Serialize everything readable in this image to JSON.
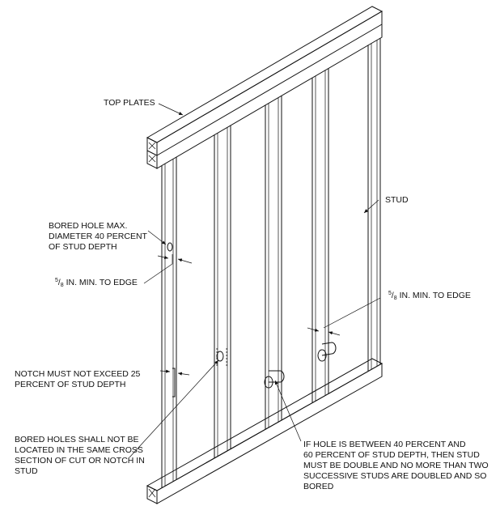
{
  "labels": {
    "top_plates": "TOP PLATES",
    "stud": "STUD",
    "bored_hole": [
      "BORED HOLE MAX.",
      "DIAMETER 40 PERCENT",
      "OF STUD DEPTH"
    ],
    "edge_left": {
      "num": "5",
      "den": "8",
      "text": "IN. MIN. TO EDGE"
    },
    "edge_right": {
      "num": "5",
      "den": "8",
      "text": "IN. MIN. TO EDGE"
    },
    "notch": [
      "NOTCH MUST NOT EXCEED 25",
      "PERCENT OF STUD DEPTH"
    ],
    "bored_holes_location": [
      "BORED HOLES SHALL NOT BE",
      "LOCATED IN THE SAME CROSS",
      "SECTION OF CUT OR NOTCH IN",
      "STUD"
    ],
    "double_stud": [
      "IF HOLE IS BETWEEN 40 PERCENT AND",
      "60 PERCENT OF STUD DEPTH, THEN STUD",
      "MUST BE DOUBLE AND NO MORE THAN TWO",
      "SUCCESSIVE STUDS ARE DOUBLED AND SO",
      "BORED"
    ]
  }
}
